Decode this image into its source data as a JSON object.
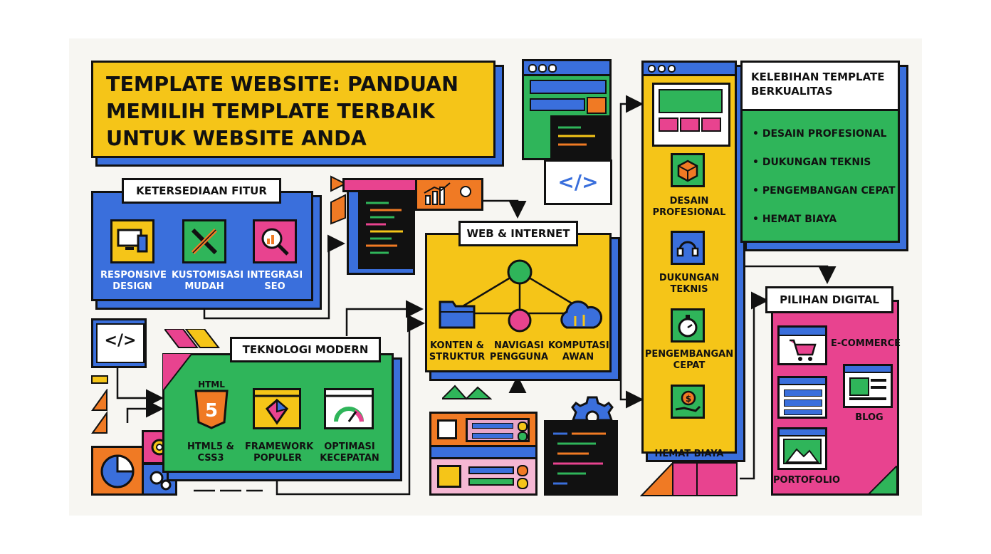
{
  "title": "TEMPLATE WEBSITE: PANDUAN MEMILIH TEMPLATE TERBAIK UNTUK WEBSITE ANDA",
  "features": {
    "heading": "KETERSEDIAAN FITUR",
    "items": [
      {
        "label": "RESPONSIVE DESIGN",
        "icon": "devices-icon"
      },
      {
        "label": "KUSTOMISASI MUDAH",
        "icon": "tools-icon"
      },
      {
        "label": "INTEGRASI SEO",
        "icon": "magnifier-chart-icon"
      }
    ]
  },
  "technology": {
    "heading": "TEKNOLOGI MODERN",
    "html_badge": "HTML",
    "items": [
      {
        "label": "HTML5 & CSS3",
        "icon": "html5-icon"
      },
      {
        "label": "FRAMEWORK POPULER",
        "icon": "framework-icon"
      },
      {
        "label": "OPTIMASI KECEPATAN",
        "icon": "gauge-icon"
      }
    ]
  },
  "web": {
    "heading": "WEB & INTERNET",
    "items": [
      {
        "label": "KONTEN & STRUKTUR",
        "icon": "folder-icon"
      },
      {
        "label": "NAVIGASI PENGGUNA",
        "icon": "network-node-icon"
      },
      {
        "label": "KOMPUTASI AWAN",
        "icon": "cloud-icon"
      }
    ]
  },
  "benefits_column": {
    "items": [
      {
        "label": "DESAIN PROFESIONAL",
        "icon": "cube-icon"
      },
      {
        "label": "DUKUNGAN TEKNIS",
        "icon": "headset-icon"
      },
      {
        "label": "PENGEMBANGAN CEPAT",
        "icon": "stopwatch-icon"
      },
      {
        "label": "HEMAT BIAYA",
        "icon": "coin-hand-icon"
      }
    ]
  },
  "advantages": {
    "heading": "KELEBIHAN TEMPLATE BERKUALITAS",
    "bullets": [
      "• DESAIN PROFESIONAL",
      "• DUKUNGAN TEKNIS",
      "• PENGEMBANGAN CEPAT",
      "• HEMAT BIAYA"
    ]
  },
  "digital": {
    "heading": "PILIHAN DIGITAL",
    "items": [
      {
        "label": "E-COMMERCE",
        "icon": "cart-icon"
      },
      {
        "label": "BLOG",
        "icon": "blog-icon"
      },
      {
        "label": "PORTOFOLIO",
        "icon": "portfolio-icon"
      }
    ]
  },
  "code_glyph": "</>",
  "colors": {
    "yellow": "#f5c518",
    "blue": "#3a6fdc",
    "green": "#2fb55a",
    "pink": "#e8438f",
    "orange": "#f07a24",
    "ink": "#111111",
    "paper": "#f7f6f2"
  }
}
